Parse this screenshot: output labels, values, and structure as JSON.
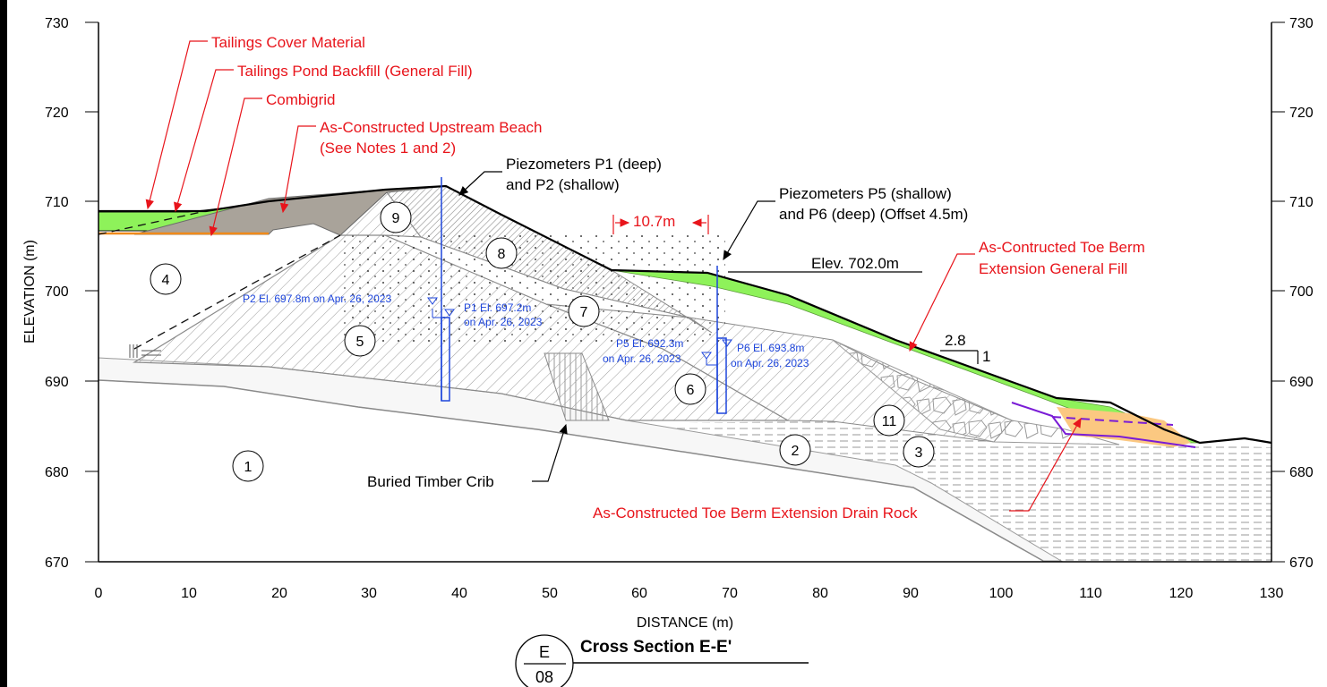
{
  "axes": {
    "x_label": "DISTANCE (m)",
    "y_label": "ELEVATION (m)",
    "x_range": [
      0,
      130
    ],
    "y_range": [
      670,
      730
    ],
    "x_ticks": [
      "0",
      "10",
      "20",
      "30",
      "40",
      "50",
      "60",
      "70",
      "80",
      "90",
      "100",
      "110",
      "120",
      "130"
    ],
    "y_ticks": [
      "730",
      "720",
      "710",
      "700",
      "690",
      "680",
      "670"
    ]
  },
  "title": {
    "main": "Cross Section E-E'",
    "bubble_top": "E",
    "bubble_bottom": "08"
  },
  "zones": [
    "1",
    "2",
    "3",
    "4",
    "5",
    "6",
    "7",
    "8",
    "9",
    "11"
  ],
  "labels": {
    "tailings_cover": "Tailings Cover Material",
    "pond_backfill": "Tailings Pond Backfill (General Fill)",
    "combigrid": "Combigrid",
    "upstream_beach_1": "As-Constructed Upstream Beach",
    "upstream_beach_2": "(See Notes 1 and 2)",
    "piezo_p1p2_1": "Piezometers P1 (deep)",
    "piezo_p1p2_2": "and P2 (shallow)",
    "piezo_p5p6_1": "Piezometers P5 (shallow)",
    "piezo_p5p6_2": "and P6 (deep) (Offset 4.5m)",
    "dim_10_7": "10.7m",
    "elev_702": "Elev. 702.0m",
    "toe_berm_fill_1": "As-Contructed Toe Berm",
    "toe_berm_fill_2": "Extension General Fill",
    "slope_h": "2.8",
    "slope_v": "1",
    "buried_crib": "Buried Timber Crib",
    "drain_rock": "As-Constructed Toe Berm Extension Drain Rock"
  },
  "piezo_readings": {
    "p2": "P2 El. 697.8m on Apr. 26, 2023",
    "p1_1": "P1 El. 697.2m",
    "p1_2": "on Apr. 26, 2023",
    "p5_1": "P5 El. 692.3m",
    "p5_2": "on Apr. 26, 2023",
    "p6_1": "P6 El. 693.8m",
    "p6_2": "on Apr. 26, 2023"
  },
  "colors": {
    "annotation_red": "#e8141b",
    "piezometer_blue": "#1e46dc",
    "green_fill": "#8ef25a",
    "gray_beach": "#a9a39a",
    "orange_combigrid": "#f08a1a",
    "drain_rock_orange": "#fbc881",
    "purple_line": "#7a1cd6"
  }
}
